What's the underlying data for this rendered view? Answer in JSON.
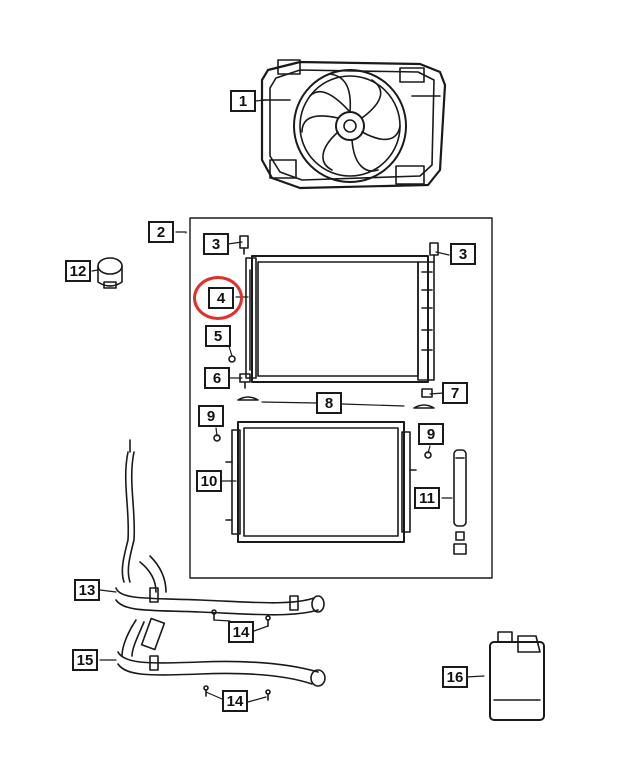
{
  "callouts": {
    "c1": "1",
    "c2": "2",
    "c3a": "3",
    "c3b": "3",
    "c4": "4",
    "c5": "5",
    "c6": "6",
    "c7": "7",
    "c8": "8",
    "c9a": "9",
    "c9b": "9",
    "c10": "10",
    "c11": "11",
    "c12": "12",
    "c13": "13",
    "c14a": "14",
    "c14b": "14",
    "c15": "15",
    "c16": "16"
  },
  "colors": {
    "line": "#1a1a1a",
    "highlight": "#e0302a",
    "background": "#ffffff"
  },
  "highlighted_part": "4"
}
